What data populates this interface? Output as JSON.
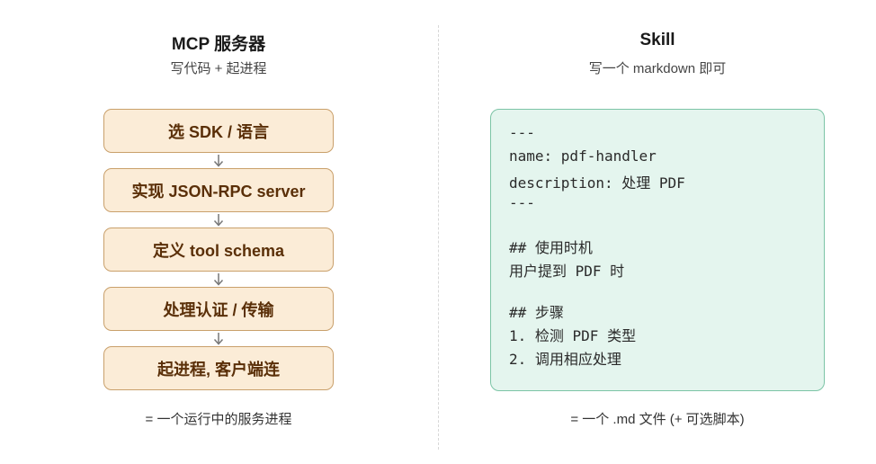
{
  "left": {
    "title": "MCP 服务器",
    "subtitle": "写代码 + 起进程",
    "steps": [
      "选 SDK / 语言",
      "实现 JSON-RPC server",
      "定义 tool schema",
      "处理认证 / 传输",
      "起进程, 客户端连"
    ],
    "footnote": "= 一个运行中的服务进程"
  },
  "right": {
    "title": "Skill",
    "subtitle": "写一个 markdown 即可",
    "code_lines": [
      "---",
      "name: pdf-handler",
      "description: 处理 PDF",
      "---",
      "## 使用时机",
      "用户提到 PDF 时",
      "## 步骤",
      "1. 检测 PDF 类型",
      "2. 调用相应处理"
    ],
    "footnote": "= 一个 .md 文件 (+ 可选脚本)"
  },
  "colors": {
    "step_fill": "#fbecd7",
    "step_border": "#c9a06b",
    "step_text": "#5a2f08",
    "code_fill": "#e4f5ee",
    "code_border": "#7cc4a6",
    "arrow": "#777777"
  }
}
